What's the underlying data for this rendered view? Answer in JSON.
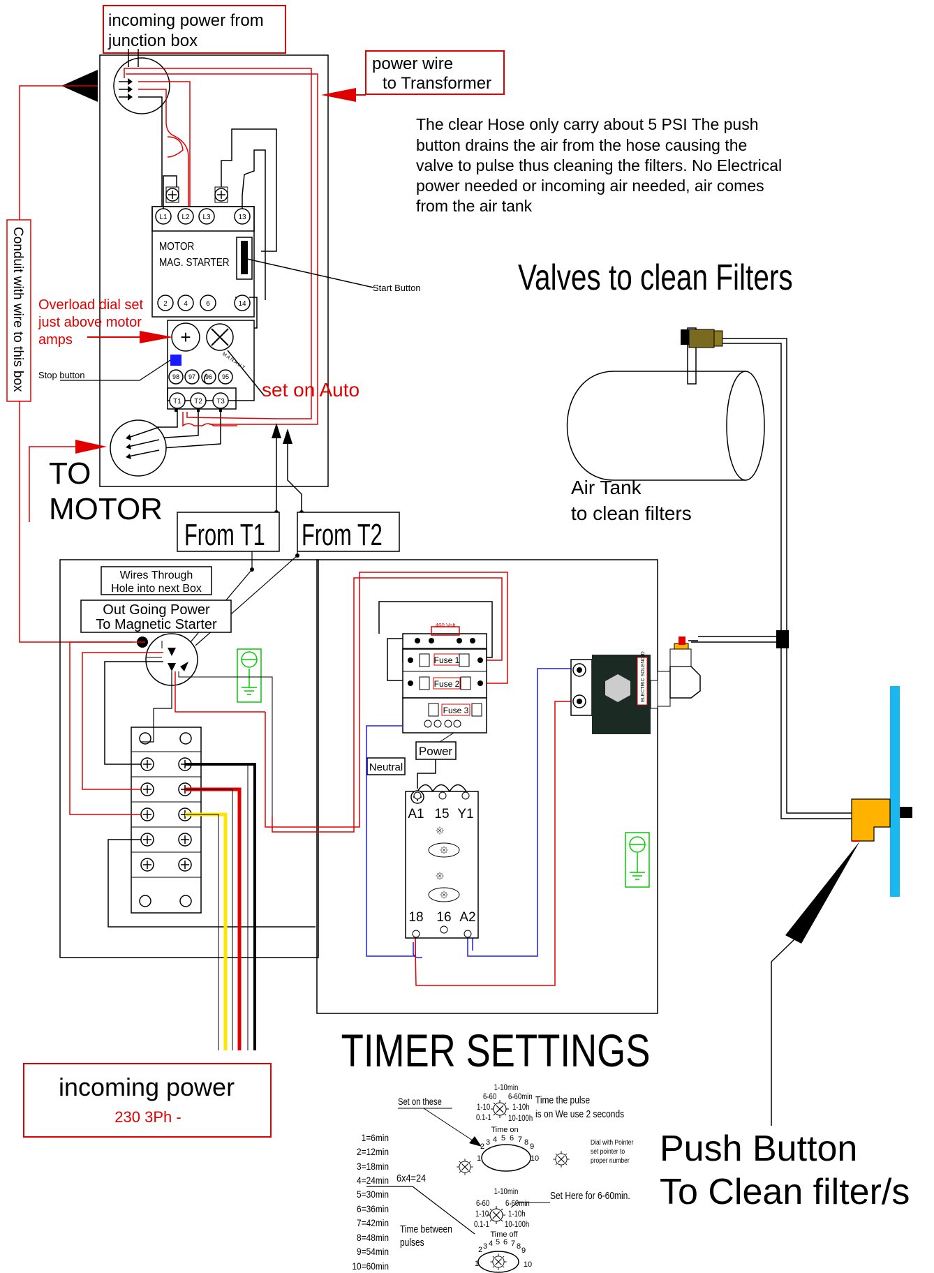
{
  "labels": {
    "incoming_power_jbox_1": "incoming power from",
    "incoming_power_jbox_2": "junction box",
    "power_wire_1": "power wire",
    "power_wire_2": "to Transformer",
    "note_1": "The clear Hose only carry about 5 PSI  The push",
    "note_2": "button drains the air from the hose causing the",
    "note_3": "valve to pulse thus cleaning the filters. No Electrical",
    "note_4": "power needed or incoming air needed, air comes",
    "note_5": "from the air tank",
    "valves_title": "Valves to clean Filters",
    "conduit": "Conduit with wire to this box",
    "motor_starter_1": "MOTOR",
    "motor_starter_2": "MAG. STARTER",
    "start_button": "Start Button",
    "overload_1": "Overload dial set",
    "overload_2": "just above motor",
    "overload_3": "amps",
    "stop_button": "Stop button",
    "set_on_auto": "set on Auto",
    "to_motor_1": "TO",
    "to_motor_2": "MOTOR",
    "air_tank_1": "Air Tank",
    "air_tank_2": "to clean filters",
    "from_t1": "From T1",
    "from_t2": "From T2",
    "wires_through_1": "Wires Through",
    "wires_through_2": "Hole into next Box",
    "outgoing_1": "Out Going Power",
    "outgoing_2": "To Magnetic Starter",
    "volt_460": "460 Volt",
    "fuse1": "Fuse 1",
    "fuse2": "Fuse 2",
    "fuse3": "Fuse 3",
    "power": "Power",
    "neutral": "Neutral",
    "electric_solenoid": "ELECTRIC SOLENOID",
    "timer_settings": "TIMER SETTINGS",
    "incoming_power": "incoming power",
    "incoming_power_sub": "230 3Ph -",
    "push_button_1": "Push Button",
    "push_button_2": "To Clean filter/s",
    "set_on_these": "Set on these",
    "time_pulse_1": "Time the pulse",
    "time_pulse_2": "is on We use 2 seconds",
    "time_on": "Time on",
    "time_off": "Time off",
    "dial_pointer_1": "Dial with Pointer",
    "dial_pointer_2": "set pointer to",
    "dial_pointer_3": "proper number",
    "six_x_four": "6x4=24",
    "set_here": "Set Here for 6-60min.",
    "time_between_1": "Time between",
    "time_between_2": "pulses",
    "range_1_10min": "1-10min",
    "range_6_60": "6-60",
    "range_6_60min": "6-60min",
    "range_1_10": "1-10",
    "range_1_10h": "1-10h",
    "range_0_1_1": "0.1-1",
    "range_10_100h": "10-100h"
  },
  "starter_terminals": [
    "L1",
    "L2",
    "L3",
    "13",
    "2",
    "4",
    "6",
    "14",
    "98",
    "97",
    "96",
    "95",
    "T1",
    "T2",
    "T3"
  ],
  "timer_terminals": [
    "A1",
    "15",
    "Y1",
    "18",
    "16",
    "A2"
  ],
  "minutes_table": [
    "1=6min",
    "2=12min",
    "3=18min",
    "4=24min",
    "5=30min",
    "6=36min",
    "7=42min",
    "8=48min",
    "9=54min",
    "10=60min"
  ],
  "dial_numbers": [
    "1",
    "2",
    "3",
    "4",
    "5",
    "6",
    "7",
    "8",
    "9",
    "10"
  ],
  "colors": {
    "red_wire": "#e00000",
    "blue_wire": "#1a1aff",
    "black_wire": "#000000",
    "yellow_wire": "#ffe600",
    "ground_green": "#00cc00",
    "push_button_body": "#ffb300",
    "push_panel": "#19b8f0",
    "fitting_brass": "#7a6a20"
  }
}
